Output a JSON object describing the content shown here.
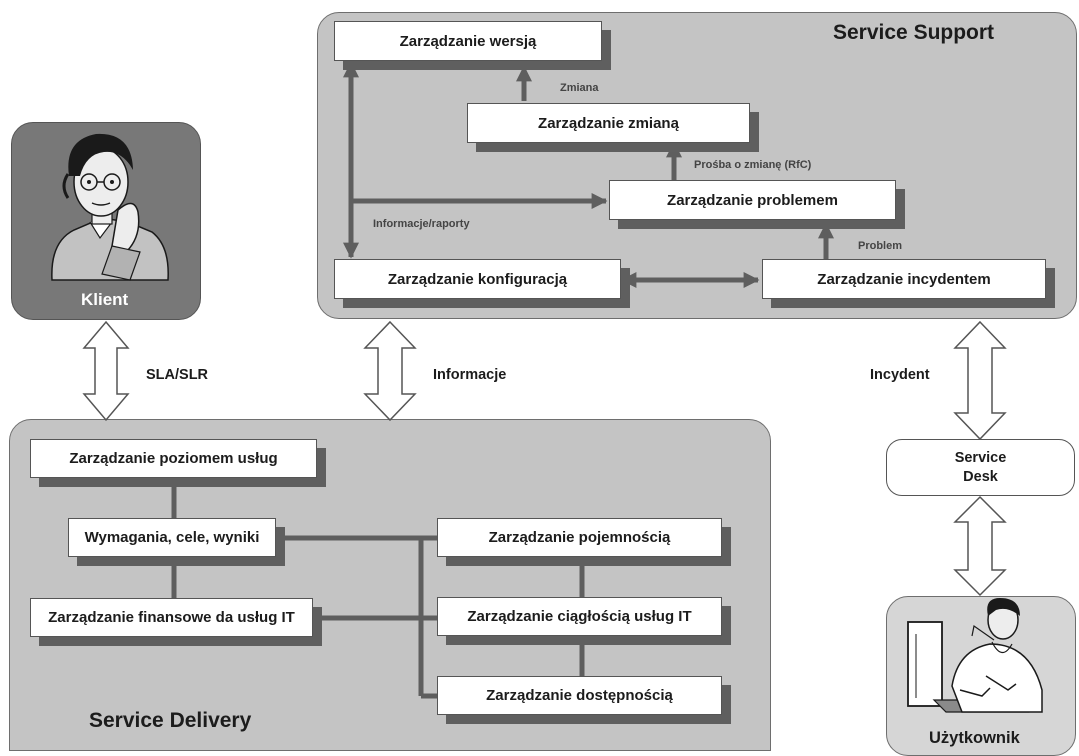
{
  "service_support": {
    "title": "Service Support",
    "release_mgmt": "Zarządzanie wersją",
    "change_mgmt": "Zarządzanie zmianą",
    "problem_mgmt": "Zarządzanie problemem",
    "config_mgmt": "Zarządzanie konfiguracją",
    "incident_mgmt": "Zarządzanie incydentem",
    "label_change": "Zmiana",
    "label_rfc": "Prośba o zmianę (RfC)",
    "label_info_reports": "Informacje/raporty",
    "label_problem": "Problem"
  },
  "service_delivery": {
    "title": "Service Delivery",
    "slm": "Zarządzanie poziomem usług",
    "requirements": "Wymagania, cele, wyniki",
    "financial": "Zarządzanie finansowe da usług IT",
    "capacity": "Zarządzanie pojemnością",
    "continuity": "Zarządzanie ciągłością usług IT",
    "availability": "Zarządzanie dostępnością"
  },
  "client": {
    "label": "Klient"
  },
  "user": {
    "label": "Użytkownik"
  },
  "service_desk": {
    "line1": "Service",
    "line2": "Desk"
  },
  "flows": {
    "sla_slr": "SLA/SLR",
    "informacje": "Informacje",
    "incydent": "Incydent"
  }
}
